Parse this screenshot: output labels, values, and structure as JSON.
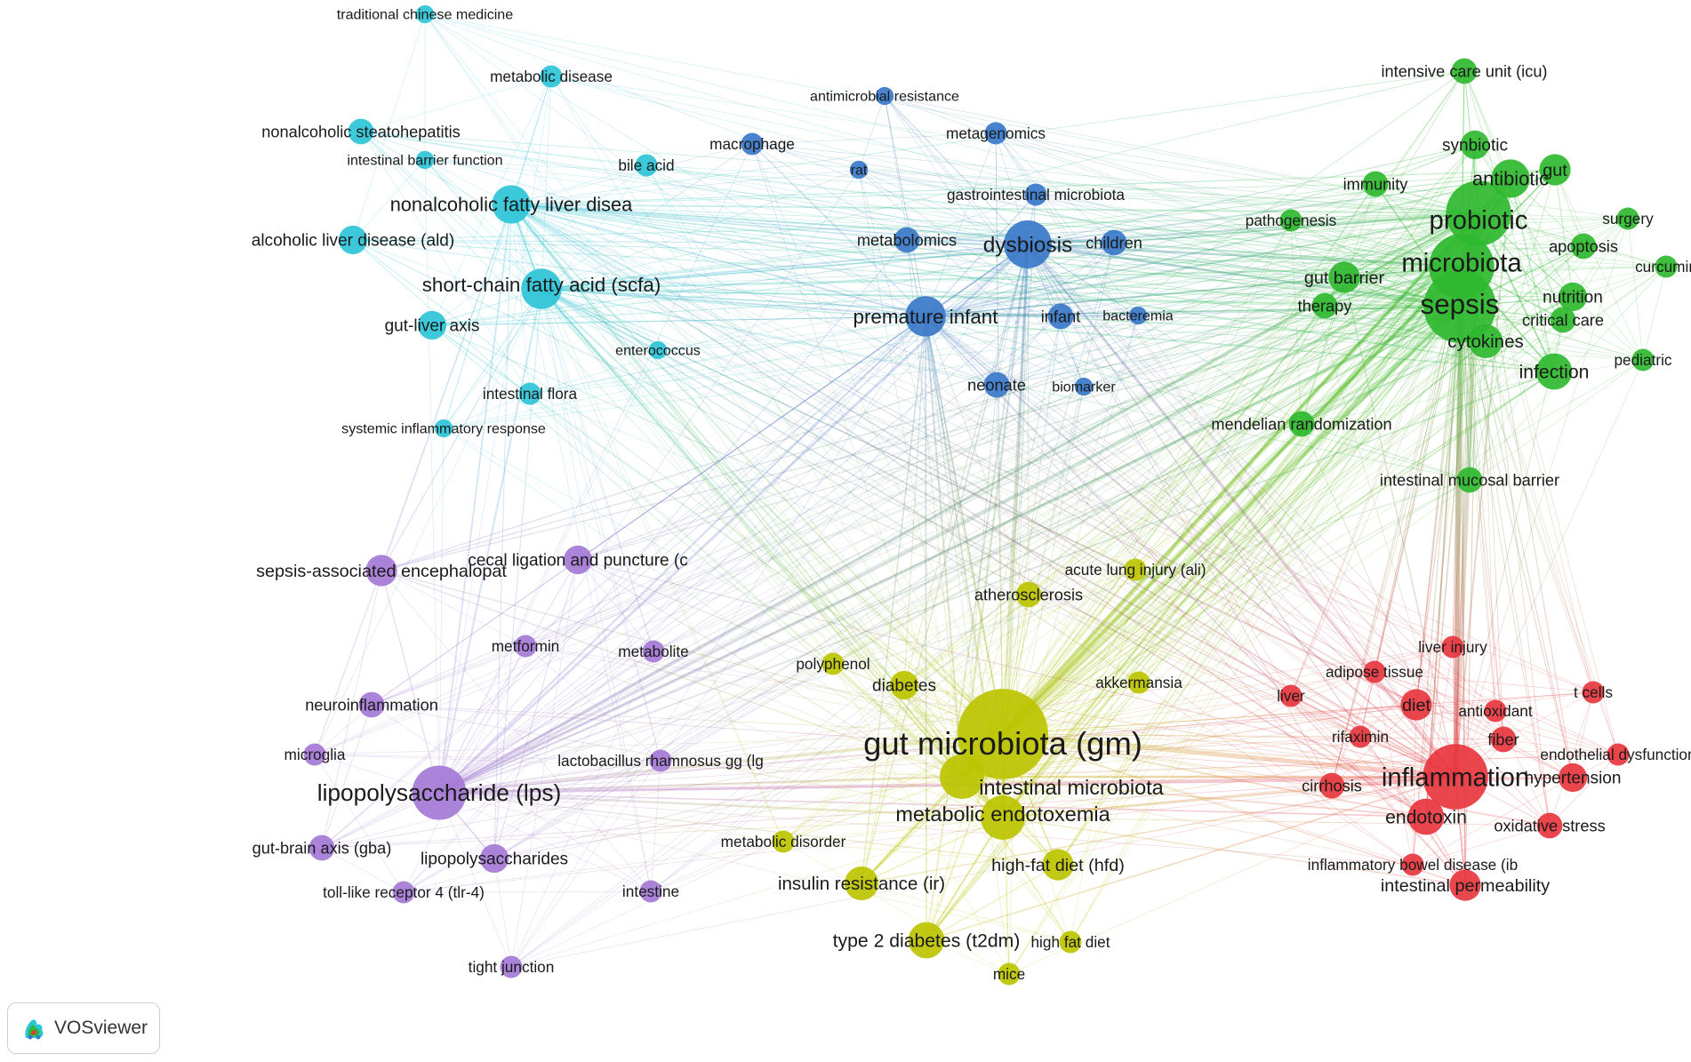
{
  "app": {
    "name": "VOSviewer",
    "logo_icon": "vosviewer-logo-icon"
  },
  "colors": {
    "cyan": "#2ec4d8",
    "blue": "#3a78c9",
    "green": "#2fb82f",
    "yellow": "#bcc400",
    "purple": "#a47ad6",
    "red": "#e8363f"
  },
  "nodes": [
    {
      "id": "traditional-chinese-medicine",
      "label": "traditional chinese medicine",
      "c": "cyan",
      "w": 2
    },
    {
      "id": "metabolic-disease",
      "label": "metabolic disease",
      "c": "cyan",
      "w": 3
    },
    {
      "id": "nonalcoholic-steatohepatitis",
      "label": "nonalcoholic steatohepatitis",
      "c": "cyan",
      "w": 4
    },
    {
      "id": "intestinal-barrier-function",
      "label": "intestinal barrier function",
      "c": "cyan",
      "w": 2
    },
    {
      "id": "bile-acid",
      "label": "bile acid",
      "c": "cyan",
      "w": 3
    },
    {
      "id": "nonalcoholic-fatty-liver",
      "label": "nonalcoholic fatty liver disea",
      "c": "cyan",
      "w": 9
    },
    {
      "id": "alcoholic-liver-disease",
      "label": "alcoholic liver disease (ald)",
      "c": "cyan",
      "w": 5
    },
    {
      "id": "scfa",
      "label": "short-chain fatty acid (scfa)",
      "c": "cyan",
      "w": 10
    },
    {
      "id": "gut-liver-axis",
      "label": "gut-liver axis",
      "c": "cyan",
      "w": 5
    },
    {
      "id": "enterococcus",
      "label": "enterococcus",
      "c": "cyan",
      "w": 2
    },
    {
      "id": "intestinal-flora",
      "label": "intestinal flora",
      "c": "cyan",
      "w": 3
    },
    {
      "id": "systemic-inflammatory-response",
      "label": "systemic inflammatory response",
      "c": "cyan",
      "w": 2
    },
    {
      "id": "antimicrobial-resistance",
      "label": "antimicrobial resistance",
      "c": "blue",
      "w": 2
    },
    {
      "id": "macrophage",
      "label": "macrophage",
      "c": "blue",
      "w": 3
    },
    {
      "id": "metagenomics",
      "label": "metagenomics",
      "c": "blue",
      "w": 3
    },
    {
      "id": "rat",
      "label": "rat",
      "c": "blue",
      "w": 2
    },
    {
      "id": "gastrointestinal-microbiota",
      "label": "gastrointestinal microbiota",
      "c": "blue",
      "w": 3
    },
    {
      "id": "metabolomics",
      "label": "metabolomics",
      "c": "blue",
      "w": 4
    },
    {
      "id": "dysbiosis",
      "label": "dysbiosis",
      "c": "blue",
      "w": 14
    },
    {
      "id": "children",
      "label": "children",
      "c": "blue",
      "w": 4
    },
    {
      "id": "premature-infant",
      "label": "premature infant",
      "c": "blue",
      "w": 10
    },
    {
      "id": "infant",
      "label": "infant",
      "c": "blue",
      "w": 4
    },
    {
      "id": "bacteremia",
      "label": "bacteremia",
      "c": "blue",
      "w": 2
    },
    {
      "id": "neonate",
      "label": "neonate",
      "c": "blue",
      "w": 4
    },
    {
      "id": "biomarker",
      "label": "biomarker",
      "c": "blue",
      "w": 2
    },
    {
      "id": "intensive-care-unit",
      "label": "intensive care unit (icu)",
      "c": "green",
      "w": 4
    },
    {
      "id": "synbiotic",
      "label": "synbiotic",
      "c": "green",
      "w": 5
    },
    {
      "id": "immunity",
      "label": "immunity",
      "c": "green",
      "w": 4
    },
    {
      "id": "antibiotic",
      "label": "antibiotic",
      "c": "green",
      "w": 9
    },
    {
      "id": "gut",
      "label": "gut",
      "c": "green",
      "w": 6
    },
    {
      "id": "pathogenesis",
      "label": "pathogenesis",
      "c": "green",
      "w": 3
    },
    {
      "id": "probiotic",
      "label": "probiotic",
      "c": "green",
      "w": 26
    },
    {
      "id": "surgery",
      "label": "surgery",
      "c": "green",
      "w": 3
    },
    {
      "id": "apoptosis",
      "label": "apoptosis",
      "c": "green",
      "w": 4
    },
    {
      "id": "microbiota",
      "label": "microbiota",
      "c": "green",
      "w": 26
    },
    {
      "id": "curcumin",
      "label": "curcumin",
      "c": "green",
      "w": 3
    },
    {
      "id": "gut-barrier",
      "label": "gut barrier",
      "c": "green",
      "w": 6
    },
    {
      "id": "therapy",
      "label": "therapy",
      "c": "green",
      "w": 4
    },
    {
      "id": "sepsis",
      "label": "sepsis",
      "c": "green",
      "w": 32
    },
    {
      "id": "nutrition",
      "label": "nutrition",
      "c": "green",
      "w": 5
    },
    {
      "id": "critical-care",
      "label": "critical care",
      "c": "green",
      "w": 4
    },
    {
      "id": "cytokines",
      "label": "cytokines",
      "c": "green",
      "w": 7
    },
    {
      "id": "pediatric",
      "label": "pediatric",
      "c": "green",
      "w": 3
    },
    {
      "id": "infection",
      "label": "infection",
      "c": "green",
      "w": 8
    },
    {
      "id": "mendelian-randomization",
      "label": "mendelian randomization",
      "c": "green",
      "w": 4
    },
    {
      "id": "intestinal-mucosal-barrier",
      "label": "intestinal mucosal barrier",
      "c": "green",
      "w": 4
    },
    {
      "id": "cecal-ligation",
      "label": "cecal ligation and puncture (c",
      "c": "purple",
      "w": 5
    },
    {
      "id": "sepsis-encephalopathy",
      "label": "sepsis-associated encephalopat",
      "c": "purple",
      "w": 6
    },
    {
      "id": "metformin",
      "label": "metformin",
      "c": "purple",
      "w": 3
    },
    {
      "id": "metabolite",
      "label": "metabolite",
      "c": "purple",
      "w": 3
    },
    {
      "id": "neuroinflammation",
      "label": "neuroinflammation",
      "c": "purple",
      "w": 4
    },
    {
      "id": "microglia",
      "label": "microglia",
      "c": "purple",
      "w": 3
    },
    {
      "id": "lps",
      "label": "lipopolysaccharide (lps)",
      "c": "purple",
      "w": 18
    },
    {
      "id": "lactobacillus-rhamnosus",
      "label": "lactobacillus rhamnosus gg (lg",
      "c": "purple",
      "w": 3
    },
    {
      "id": "gut-brain-axis",
      "label": "gut-brain axis (gba)",
      "c": "purple",
      "w": 4
    },
    {
      "id": "lipopolysaccharides",
      "label": "lipopolysaccharides",
      "c": "purple",
      "w": 5
    },
    {
      "id": "tlr4",
      "label": "toll-like receptor 4 (tlr-4)",
      "c": "purple",
      "w": 3
    },
    {
      "id": "intestine",
      "label": "intestine",
      "c": "purple",
      "w": 3
    },
    {
      "id": "tight-junction",
      "label": "tight junction",
      "c": "purple",
      "w": 3
    },
    {
      "id": "acute-lung-injury",
      "label": "acute lung injury (ali)",
      "c": "yellow",
      "w": 3
    },
    {
      "id": "atherosclerosis",
      "label": "atherosclerosis",
      "c": "yellow",
      "w": 4
    },
    {
      "id": "polyphenol",
      "label": "polyphenol",
      "c": "yellow",
      "w": 3
    },
    {
      "id": "diabetes",
      "label": "diabetes",
      "c": "yellow",
      "w": 5
    },
    {
      "id": "akkermansia",
      "label": "akkermansia",
      "c": "yellow",
      "w": 3
    },
    {
      "id": "gut-microbiota",
      "label": "gut microbiota (gm)",
      "c": "yellow",
      "w": 50
    },
    {
      "id": "intestinal-microbiota",
      "label": "intestinal microbiota",
      "c": "yellow",
      "w": 12
    },
    {
      "id": "metabolic-endotoxemia",
      "label": "metabolic endotoxemia",
      "c": "yellow",
      "w": 12
    },
    {
      "id": "metabolic-disorder",
      "label": "metabolic disorder",
      "c": "yellow",
      "w": 3
    },
    {
      "id": "insulin-resistance",
      "label": "insulin resistance (ir)",
      "c": "yellow",
      "w": 7
    },
    {
      "id": "high-fat-diet-hfd",
      "label": "high-fat diet (hfd)",
      "c": "yellow",
      "w": 6
    },
    {
      "id": "t2dm",
      "label": "type 2 diabetes (t2dm)",
      "c": "yellow",
      "w": 8
    },
    {
      "id": "high-fat-diet",
      "label": "high fat diet",
      "c": "yellow",
      "w": 3
    },
    {
      "id": "mice",
      "label": "mice",
      "c": "yellow",
      "w": 3
    },
    {
      "id": "liver-injury",
      "label": "liver injury",
      "c": "red",
      "w": 3
    },
    {
      "id": "adipose-tissue",
      "label": "adipose tissue",
      "c": "red",
      "w": 3
    },
    {
      "id": "t-cells",
      "label": "t cells",
      "c": "red",
      "w": 3
    },
    {
      "id": "liver",
      "label": "liver",
      "c": "red",
      "w": 3
    },
    {
      "id": "diet",
      "label": "diet",
      "c": "red",
      "w": 6
    },
    {
      "id": "antioxidant",
      "label": "antioxidant",
      "c": "red",
      "w": 3
    },
    {
      "id": "rifaximin",
      "label": "rifaximin",
      "c": "red",
      "w": 3
    },
    {
      "id": "fiber",
      "label": "fiber",
      "c": "red",
      "w": 4
    },
    {
      "id": "endothelial-dysfunction",
      "label": "endothelial dysfunction",
      "c": "red",
      "w": 3
    },
    {
      "id": "inflammation",
      "label": "inflammation",
      "c": "red",
      "w": 26
    },
    {
      "id": "hypertension",
      "label": "hypertension",
      "c": "red",
      "w": 5
    },
    {
      "id": "cirrhosis",
      "label": "cirrhosis",
      "c": "red",
      "w": 4
    },
    {
      "id": "endotoxin",
      "label": "endotoxin",
      "c": "red",
      "w": 8
    },
    {
      "id": "oxidative-stress",
      "label": "oxidative stress",
      "c": "red",
      "w": 4
    },
    {
      "id": "inflammatory-bowel-disease",
      "label": "inflammatory bowel disease (ib",
      "c": "red",
      "w": 3
    },
    {
      "id": "intestinal-permeability",
      "label": "intestinal permeability",
      "c": "red",
      "w": 6
    }
  ]
}
